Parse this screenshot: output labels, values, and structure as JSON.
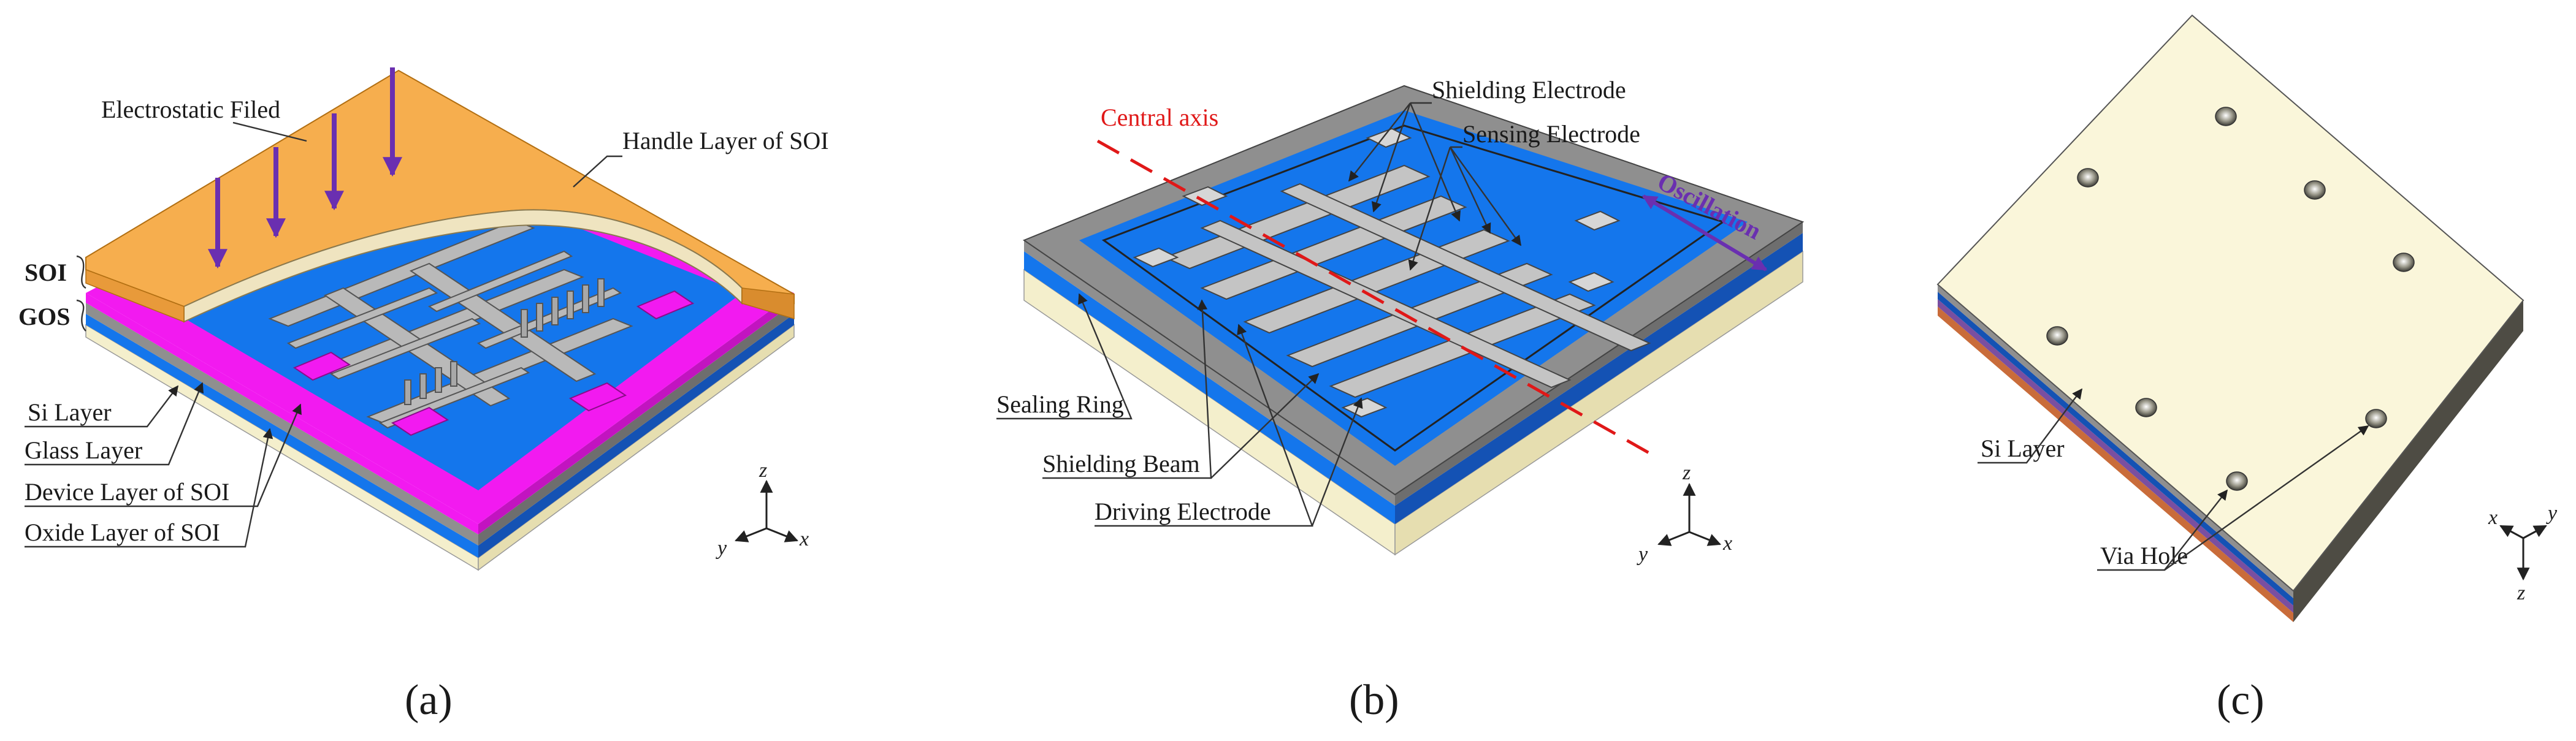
{
  "panel_a": {
    "electrostatic_field": "Electrostatic Filed",
    "handle_layer": "Handle Layer of SOI",
    "soi": "SOI",
    "gos": "GOS",
    "si_layer": "Si Layer",
    "glass_layer": "Glass Layer",
    "device_layer": "Device Layer of SOI",
    "oxide_layer": "Oxide Layer of SOI",
    "axes": {
      "z": "z",
      "y": "y",
      "x": "x"
    },
    "caption": "(a)"
  },
  "panel_b": {
    "central_axis": "Central axis",
    "shielding_electrode": "Shielding Electrode",
    "sensing_electrode": "Sensing Electrode",
    "oscillation": "Oscillation",
    "sealing_ring": "Sealing Ring",
    "shielding_beam": "Shielding Beam",
    "driving_electrode": "Driving Electrode",
    "axes": {
      "z": "z",
      "y": "y",
      "x": "x"
    },
    "caption": "(b)"
  },
  "panel_c": {
    "si_layer": "Si Layer",
    "via_hole": "Via Hole",
    "axes": {
      "x": "x",
      "y": "y",
      "z": "z"
    },
    "caption": "(c)"
  },
  "colors": {
    "handle": "#F6AE4E",
    "magenta": "#F21AF0",
    "blue": "#1476EC",
    "dark_blue": "#1452B4",
    "gray": "#8F8F8F",
    "dark_gray": "#5E5E5E",
    "cream": "#F4EFCC",
    "arrow_purple": "#6A2FB0",
    "axis_red": "#E01818",
    "oscillation_purple": "#6A2FB0"
  }
}
